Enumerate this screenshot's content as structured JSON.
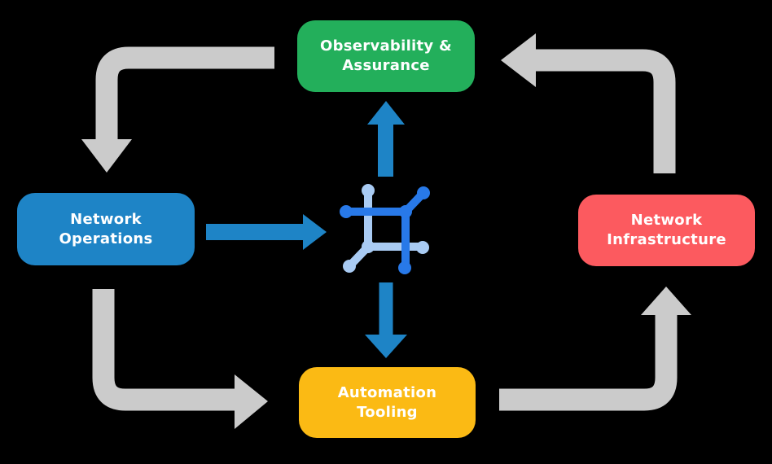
{
  "diagram": {
    "nodes": [
      {
        "id": "observability-assurance",
        "line1": "Observability &",
        "line2": "Assurance",
        "color": "#23AF5B"
      },
      {
        "id": "network-operations",
        "line1": "Network",
        "line2": "Operations",
        "color": "#1E84C6"
      },
      {
        "id": "network-infrastructure",
        "line1": "Network",
        "line2": "Infrastructure",
        "color": "#FC5A5F"
      },
      {
        "id": "automation-tooling",
        "line1": "Automation",
        "line2": "Tooling",
        "color": "#FBBA14"
      }
    ],
    "icons": {
      "center": "network-mesh-icon"
    },
    "edges": [
      {
        "from": "observability-assurance",
        "to": "network-operations",
        "style": "gray-cycle"
      },
      {
        "from": "network-operations",
        "to": "automation-tooling",
        "style": "gray-cycle"
      },
      {
        "from": "automation-tooling",
        "to": "network-infrastructure",
        "style": "gray-cycle"
      },
      {
        "from": "network-infrastructure",
        "to": "observability-assurance",
        "style": "gray-cycle"
      },
      {
        "from": "network-operations",
        "to": "center-icon",
        "style": "blue"
      },
      {
        "from": "center-icon",
        "to": "observability-assurance",
        "style": "blue"
      },
      {
        "from": "center-icon",
        "to": "automation-tooling",
        "style": "blue"
      }
    ],
    "colors": {
      "background": "#000000",
      "text": "#FFFFFF",
      "arrow_gray": "#CBCBCB",
      "arrow_blue": "#1E84C6",
      "icon_dark_blue": "#2879E8",
      "icon_light_blue": "#A9CBF3"
    }
  }
}
